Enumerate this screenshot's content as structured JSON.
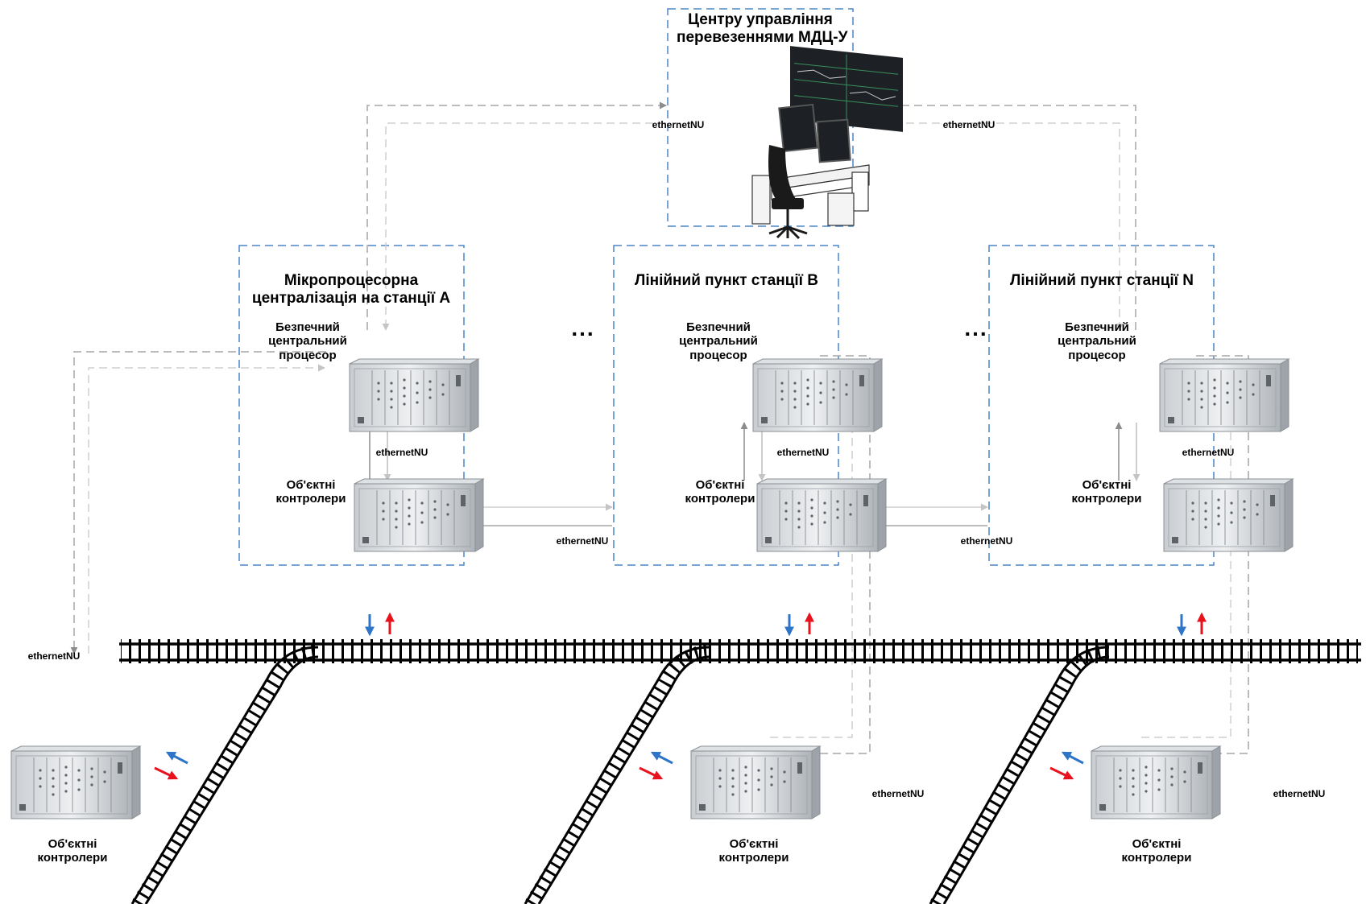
{
  "center": {
    "title_line1": "Центру управління",
    "title_line2": "перевезеннями МДЦ-У"
  },
  "stations": [
    {
      "title_line1": "Мікропроцесорна",
      "title_line2": "централізація на станції А",
      "cpu_line1": "Безпечний",
      "cpu_line2": "центральний",
      "cpu_line3": "процесор",
      "ctrl_line1": "Об'єктні",
      "ctrl_line2": "контролери",
      "link_label": "ethernetNU"
    },
    {
      "title_line1": "Лінійний пункт станції B",
      "cpu_line1": "Безпечний",
      "cpu_line2": "центральний",
      "cpu_line3": "процесор",
      "ctrl_line1": "Об'єктні",
      "ctrl_line2": "контролери",
      "link_label": "ethernetNU"
    },
    {
      "title_line1": "Лінійний пункт станції N",
      "cpu_line1": "Безпечний",
      "cpu_line2": "центральний",
      "cpu_line3": "процесор",
      "ctrl_line1": "Об'єктні",
      "ctrl_line2": "контролери",
      "link_label": "ethernetNU"
    }
  ],
  "field_controllers": [
    {
      "line1": "Об'єктні",
      "line2": "контролери",
      "link_label": "ethernetNU"
    },
    {
      "line1": "Об'єктні",
      "line2": "контролери",
      "link_label": "ethernetNU"
    },
    {
      "line1": "Об'єктні",
      "line2": "контролери",
      "link_label": "ethernetNU"
    }
  ],
  "links": {
    "center_to_a": "ethernetNU",
    "center_to_n": "ethernetNU",
    "a_to_b": "ethernetNU",
    "b_to_n": "ethernetNU"
  },
  "ellipsis": [
    "...",
    "..."
  ],
  "colors": {
    "frame": "#4a86c8",
    "link_gray": "#a6a6a6",
    "link_light": "#cfcfcf",
    "arrow_down": "#2e75c8",
    "arrow_up": "#e8111c",
    "track": "#000000"
  },
  "icons": {
    "workstation": "dispatcher-workstation-icon",
    "rack": "equipment-rack-icon"
  }
}
